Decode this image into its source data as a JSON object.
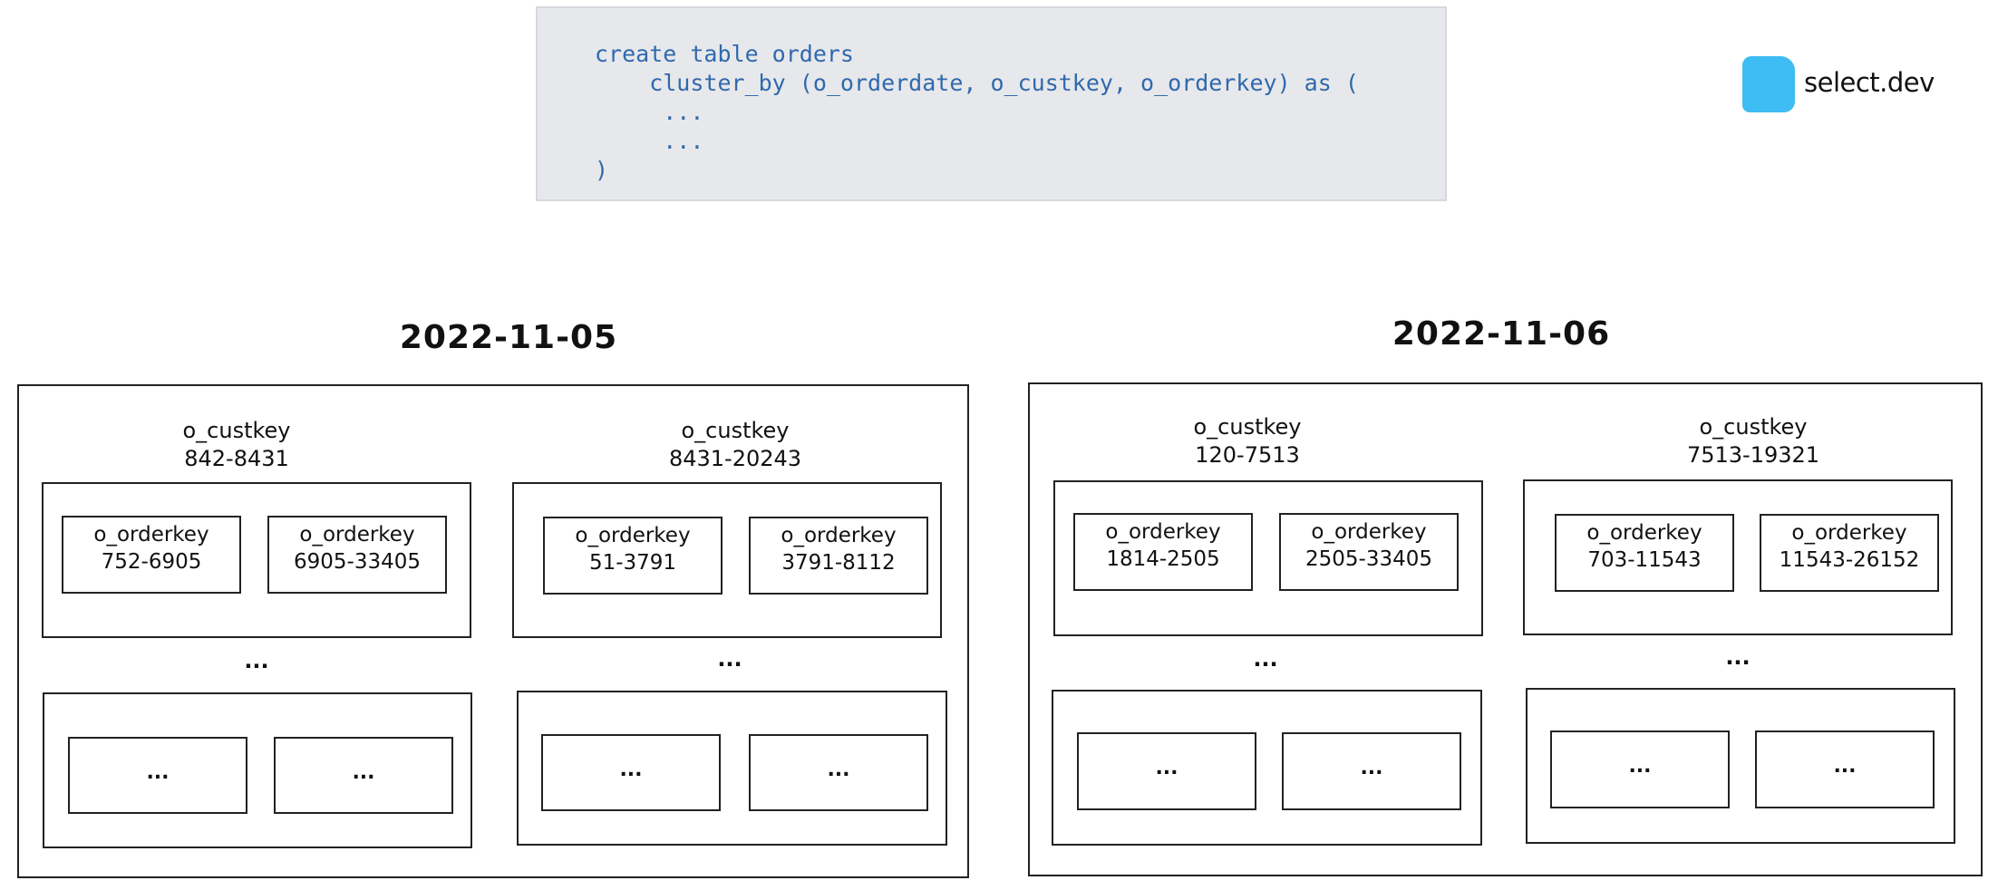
{
  "code": {
    "lines": [
      "create table orders",
      "    cluster_by (o_orderdate, o_custkey, o_orderkey) as (",
      "     ...",
      "     ...",
      ")"
    ]
  },
  "logo": {
    "text": "select.dev",
    "color": "#3ebcf4"
  },
  "partitions": [
    {
      "date": "2022-11-05",
      "groups": [
        {
          "cust_label": "o_custkey",
          "cust_range": "842-8431",
          "orderkeys": [
            {
              "label": "o_orderkey",
              "range": "752-6905"
            },
            {
              "label": "o_orderkey",
              "range": "6905-33405"
            }
          ]
        },
        {
          "cust_label": "o_custkey",
          "cust_range": "8431-20243",
          "orderkeys": [
            {
              "label": "o_orderkey",
              "range": "51-3791"
            },
            {
              "label": "o_orderkey",
              "range": "3791-8112"
            }
          ]
        }
      ]
    },
    {
      "date": "2022-11-06",
      "groups": [
        {
          "cust_label": "o_custkey",
          "cust_range": "120-7513",
          "orderkeys": [
            {
              "label": "o_orderkey",
              "range": "1814-2505"
            },
            {
              "label": "o_orderkey",
              "range": "2505-33405"
            }
          ]
        },
        {
          "cust_label": "o_custkey",
          "cust_range": "7513-19321",
          "orderkeys": [
            {
              "label": "o_orderkey",
              "range": "703-11543"
            },
            {
              "label": "o_orderkey",
              "range": "11543-26152"
            }
          ]
        }
      ]
    }
  ],
  "ellipsis": "..."
}
